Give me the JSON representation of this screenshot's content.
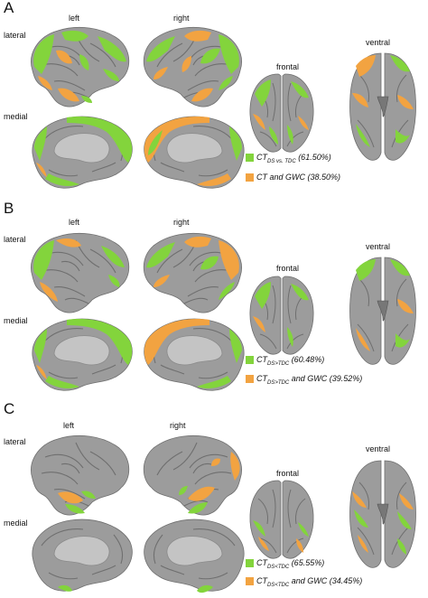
{
  "colors": {
    "green": "#83d43c",
    "orange": "#f2a341",
    "gray": "#9c9c9c",
    "dark": "#6f6f6f",
    "inner": "#c4c4c4"
  },
  "icons": [
    "brain-lateral-left",
    "brain-lateral-right",
    "brain-medial-left",
    "brain-medial-right",
    "brain-frontal",
    "brain-ventral"
  ],
  "panels": [
    {
      "letter": "A",
      "labels": {
        "left": "left",
        "right": "right",
        "lateral": "lateral",
        "medial": "medial",
        "frontal": "frontal",
        "ventral": "ventral"
      },
      "legend": [
        {
          "main": "CT",
          "sub": "DS vs. TDC",
          "rest": "(61.50%)"
        },
        {
          "main": "CT and GWC",
          "sub": "",
          "rest": "(38.50%)"
        }
      ]
    },
    {
      "letter": "B",
      "labels": {
        "left": "left",
        "right": "right",
        "lateral": "lateral",
        "medial": "medial",
        "frontal": "frontal",
        "ventral": "ventral"
      },
      "legend": [
        {
          "main": "CT",
          "sub": "DS>TDC",
          "rest": "(60.48%)"
        },
        {
          "main": "CT",
          "sub": "DS>TDC",
          "rest": "and GWC (39.52%)"
        }
      ]
    },
    {
      "letter": "C",
      "labels": {
        "left": "left",
        "right": "right",
        "lateral": "lateral",
        "medial": "medial",
        "frontal": "frontal",
        "ventral": "ventral"
      },
      "legend": [
        {
          "main": "CT",
          "sub": "DS<TDC",
          "rest": "(65.55%)"
        },
        {
          "main": "CT",
          "sub": "DS<TDC",
          "rest": "and GWC (34.45%)"
        }
      ]
    }
  ]
}
